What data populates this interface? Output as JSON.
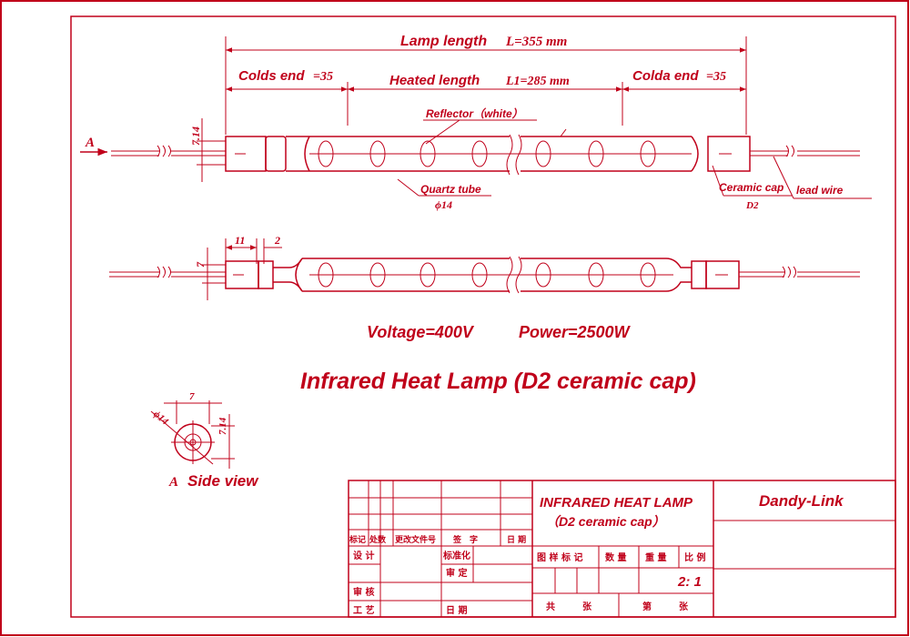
{
  "dims": {
    "lamp_length": "Lamp length",
    "lamp_length_val": "L=355 mm",
    "colds_end": "Colds end",
    "colds_end_val": "=35",
    "heated_length": "Heated length",
    "heated_length_val": "L1=285 mm",
    "colda_end": "Colda end",
    "colda_end_val": "=35",
    "d714_top": "7.14",
    "d11": "11",
    "d2": "2",
    "d7_lower": "7"
  },
  "labels": {
    "view_marker": "A",
    "reflector": "Reflector（white）",
    "quartz_tube": "Quartz tube",
    "quartz_dia": "ϕ14",
    "ceramic_cap": "Ceramic cap",
    "ceramic_cap_sub": "D2",
    "lead_wire": "lead wire"
  },
  "specs": {
    "voltage": "Voltage=400V",
    "power": "Power=2500W"
  },
  "title": "Infrared Heat Lamp (D2 ceramic cap)",
  "side_view": {
    "marker": "A",
    "label": "Side view",
    "d7": "7",
    "d714": "7.14",
    "d14": "ϕ14"
  },
  "title_block": {
    "product_line1": "INFRARED HEAT LAMP",
    "product_line2": "（D2  ceramic cap）",
    "company": "Dandy-Link",
    "scale": "2: 1",
    "rev_headers": [
      "标记",
      "处数",
      "更改文件号",
      "签　字",
      "日 期"
    ],
    "design": "设 计",
    "standardization": "标准化",
    "review": "审 定",
    "audit": "审 核",
    "process": "工 艺",
    "date": "日 期",
    "info_headers": [
      "图 样 标 记",
      "数 量",
      "重 量",
      "比 例"
    ],
    "total": "共　　　张",
    "sheet": "第　　　张"
  },
  "colors": {
    "line": "#c0001a",
    "background": "#ffffff"
  }
}
